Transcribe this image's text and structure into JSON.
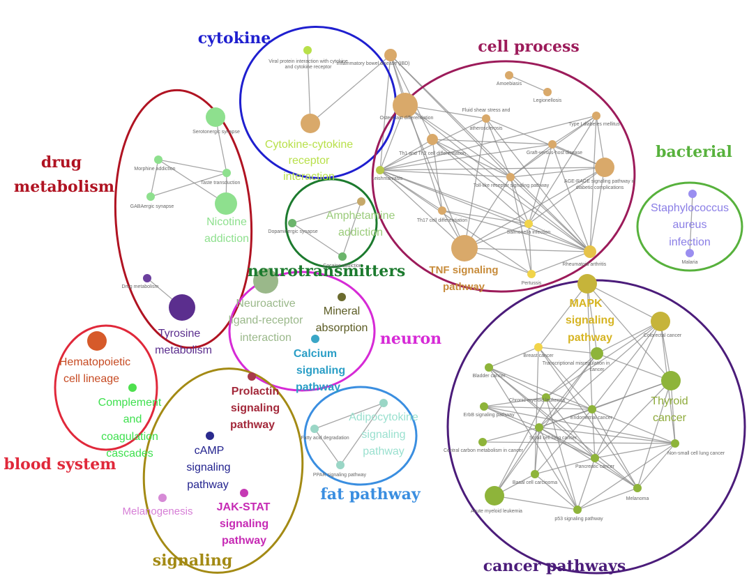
{
  "colors": {
    "cytokine": "#1f1fcf",
    "cell_process": "#9c1b5a",
    "drug_metabolism": "#b01322",
    "bacterial": "#57b13c",
    "neurotransmitters": "#1c7a2e",
    "neuron": "#d62ad6",
    "blood_system": "#e0283a",
    "signaling": "#a38a14",
    "fat_pathway": "#3a8ee0",
    "cancer_pathways": "#4b1c7a",
    "edge": "#888888"
  },
  "clusters": {
    "cytokine": "cytokine",
    "cell_process": "cell process",
    "drug_metabolism_1": "drug",
    "drug_metabolism_2": "metabolism",
    "bacterial": "bacterial",
    "neurotransmitters": "neurotransmitters",
    "neuron": "neuron",
    "blood_system": "blood system",
    "signaling": "signaling",
    "fat_pathway": "fat pathway",
    "cancer_pathways": "cancer pathways"
  },
  "nodes": {
    "viral_protein_1": "Viral protein interaction with cytokine",
    "viral_protein_2": "and cytokine receptor",
    "inflammatory_bowel": "Inflammatory bowel disease (IBD)",
    "cytokine_receptor_1": "Cytokine-cytokine",
    "cytokine_receptor_2": "receptor",
    "cytokine_receptor_3": "interaction",
    "amoebiasis": "Amoebiasis",
    "leishmaniasis_top": "Legionellosis",
    "osteoclast": "Osteoclast differentiation",
    "fluid_shear_1": "Fluid shear stress and",
    "fluid_shear_2": "atherosclerosis",
    "type1_diabetes": "Type I diabetes mellitus",
    "th1_th2": "Th1 and Th2 cell differentiation",
    "graft_host": "Graft-versus-host disease",
    "leishmaniasis": "Leishmaniasis",
    "toll_like": "Toll-like receptor signaling pathway",
    "age_rage_1": "AGE-RAGE signaling pathway in",
    "age_rage_2": "diabetic complications",
    "th17": "Th17 cell differentiation",
    "salmonella": "Salmonella infection",
    "rheumatoid": "Rheumatoid arthritis",
    "pertussis": "Pertussis",
    "tnf_1": "TNF signaling",
    "tnf_2": "pathway",
    "serotonergic": "Serotonergic synapse",
    "morphine": "Morphine addiction",
    "taste": "Taste transduction",
    "gabaergic": "GABAergic synapse",
    "nicotine_1": "Nicotine",
    "nicotine_2": "addiction",
    "drug_metab_node": "Drug metabolism",
    "tyrosine_1": "Tyrosine",
    "tyrosine_2": "metabolism",
    "staph_1": "Staphylococcus",
    "staph_2": "aureus",
    "staph_3": "infection",
    "malaria": "Malaria",
    "amphetamine_1": "Amphetamine",
    "amphetamine_2": "addiction",
    "dopaminergic": "Dopaminergic synapse",
    "cocaine": "Cocaine addiction",
    "neuroactive_1": "Neuroactive",
    "neuroactive_2": "ligand-receptor",
    "neuroactive_3": "interaction",
    "mineral_1": "Mineral",
    "mineral_2": "absorption",
    "calcium_1": "Calcium",
    "calcium_2": "signaling",
    "calcium_3": "pathway",
    "hematopoietic_1": "Hematopoietic",
    "hematopoietic_2": "cell lineage",
    "complement_1": "Complement",
    "complement_2": "and",
    "complement_3": "coagulation",
    "complement_4": "cascades",
    "prolactin_1": "Prolactin",
    "prolactin_2": "signaling",
    "prolactin_3": "pathway",
    "camp_1": "cAMP",
    "camp_2": "signaling",
    "camp_3": "pathway",
    "melanogenesis": "Melanogenesis",
    "jakstat_1": "JAK-STAT",
    "jakstat_2": "signaling",
    "jakstat_3": "pathway",
    "adipocytokine_1": "Adipocytokine",
    "adipocytokine_2": "signaling",
    "adipocytokine_3": "pathway",
    "fatty_acid": "Fatty acid degradation",
    "ppar": "PPAR signaling pathway",
    "mapk_1": "MAPK",
    "mapk_2": "signaling",
    "mapk_3": "pathway",
    "colorectal": "Colorectal cancer",
    "breast": "Breast cancer",
    "transcriptional_1": "Transcriptional misregulation in",
    "transcriptional_2": "cancer",
    "bladder": "Bladder cancer",
    "thyroid_1": "Thyroid",
    "thyroid_2": "cancer",
    "chronic_myeloid": "Chronic myeloid leukemia",
    "endometrial": "Endometrial cancer",
    "erbb": "ErbB signaling pathway",
    "small_cell": "Small cell lung cancer",
    "central_carbon": "Central carbon metabolism in cancer",
    "non_small_cell": "Non-small cell lung cancer",
    "basal_cell": "Basal cell carcinoma",
    "pancreatic": "Pancreatic cancer",
    "melanoma": "Melanoma",
    "aml": "Acute myeloid leukemia",
    "p53": "p53 signaling pathway"
  }
}
